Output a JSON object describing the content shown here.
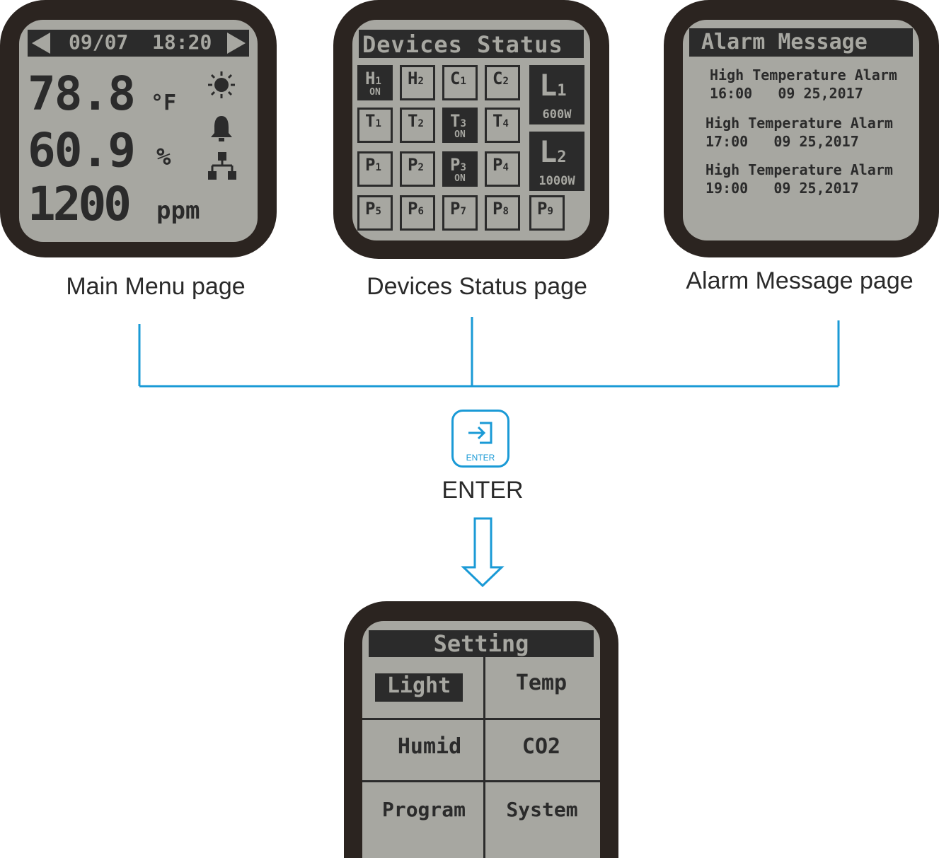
{
  "main_menu": {
    "date": "09/07",
    "time": "18:20",
    "temperature": "78.8",
    "temperature_unit": "°F",
    "humidity": "60.9",
    "humidity_unit": "%",
    "co2": "1200",
    "co2_unit": "ppm",
    "icons": [
      "left-arrow-icon",
      "right-arrow-icon",
      "sun-icon",
      "bell-icon",
      "network-icon"
    ],
    "caption": "Main Menu page"
  },
  "devices_status": {
    "title": "Devices Status",
    "cells": [
      {
        "letter": "H",
        "sub": "1",
        "status": "ON"
      },
      {
        "letter": "H",
        "sub": "2",
        "status": ""
      },
      {
        "letter": "C",
        "sub": "1",
        "status": ""
      },
      {
        "letter": "C",
        "sub": "2",
        "status": ""
      },
      {
        "letter": "T",
        "sub": "1",
        "status": ""
      },
      {
        "letter": "T",
        "sub": "2",
        "status": ""
      },
      {
        "letter": "T",
        "sub": "3",
        "status": "ON"
      },
      {
        "letter": "T",
        "sub": "4",
        "status": ""
      },
      {
        "letter": "P",
        "sub": "1",
        "status": ""
      },
      {
        "letter": "P",
        "sub": "2",
        "status": ""
      },
      {
        "letter": "P",
        "sub": "3",
        "status": "ON"
      },
      {
        "letter": "P",
        "sub": "4",
        "status": ""
      },
      {
        "letter": "P",
        "sub": "5",
        "status": ""
      },
      {
        "letter": "P",
        "sub": "6",
        "status": ""
      },
      {
        "letter": "P",
        "sub": "7",
        "status": ""
      },
      {
        "letter": "P",
        "sub": "8",
        "status": ""
      },
      {
        "letter": "P",
        "sub": "9",
        "status": ""
      }
    ],
    "lights": [
      {
        "letter": "L",
        "sub": "1",
        "power": "600W"
      },
      {
        "letter": "L",
        "sub": "2",
        "power": "1000W"
      }
    ],
    "caption": "Devices Status page"
  },
  "alarm_message": {
    "title": "Alarm Message",
    "alarms": [
      {
        "text": "High Temperature Alarm",
        "time": "16:00",
        "date": "09 25,2017"
      },
      {
        "text": "High Temperature Alarm",
        "time": "17:00",
        "date": "09 25,2017"
      },
      {
        "text": "High Temperature Alarm",
        "time": "19:00",
        "date": "09 25,2017"
      }
    ],
    "caption": "Alarm Message page"
  },
  "enter": {
    "button_label": "ENTER",
    "caption": "ENTER",
    "icon": "enter-icon",
    "accent_color": "#1a9ad6"
  },
  "setting": {
    "title": "Setting",
    "items": [
      "Light",
      "Temp",
      "Humid",
      "CO2",
      "Program",
      "System"
    ],
    "selected": "Light"
  },
  "colors": {
    "frame": "#2b2420",
    "screen": "#a7a7a1",
    "lcd_text": "#2b2b2b",
    "connector": "#1a9ad6"
  }
}
